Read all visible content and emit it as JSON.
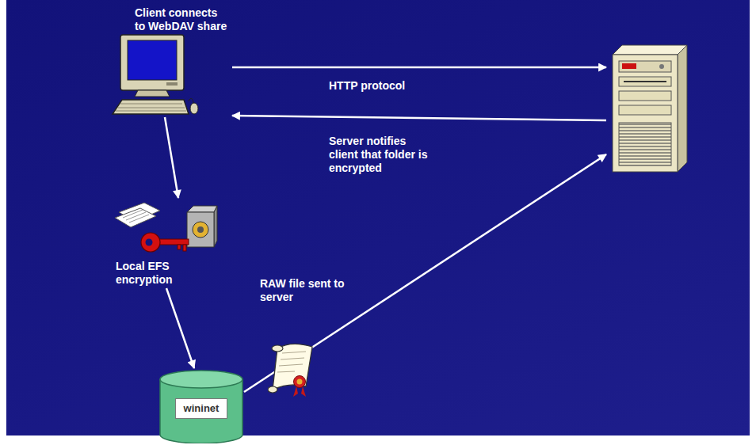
{
  "diagram": {
    "nodes": [
      {
        "text": [
          "Client connects to WebDAV share"
        ]
      },
      {
        "text": []
      },
      {
        "text": [
          "Local EFS encryption"
        ]
      },
      {
        "text": [
          "wininet"
        ]
      }
    ],
    "edges": [
      {
        "from": 0,
        "to": 1,
        "label": "HTTP protocol",
        "arrow": "to"
      },
      {
        "from": 1,
        "to": 0,
        "label": "Server notifies client that folder is encrypted",
        "arrow": "to"
      },
      {
        "from": 0,
        "to": 2,
        "arrow": "to"
      },
      {
        "from": 2,
        "to": 3,
        "arrow": "to"
      },
      {
        "from": 3,
        "to": 1,
        "label": "RAW file sent to server",
        "arrow": "to"
      }
    ]
  }
}
